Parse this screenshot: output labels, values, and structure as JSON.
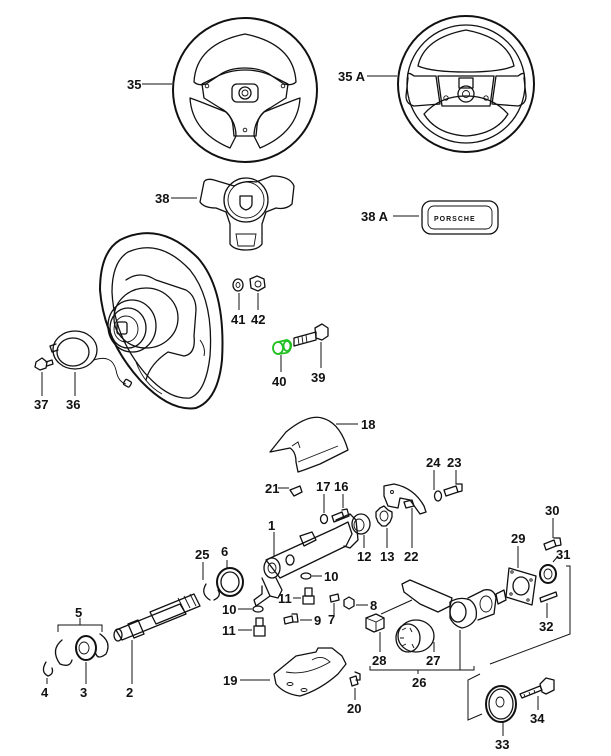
{
  "diagram": {
    "title": "Steering wheel and steering column exploded parts diagram",
    "highlight_color": "#22c022",
    "highlighted_part": "40",
    "brand_badge_text": "PORSCHE",
    "parts": [
      {
        "id": "p1",
        "label": "1"
      },
      {
        "id": "p2",
        "label": "2"
      },
      {
        "id": "p3",
        "label": "3"
      },
      {
        "id": "p4",
        "label": "4"
      },
      {
        "id": "p5",
        "label": "5"
      },
      {
        "id": "p6",
        "label": "6"
      },
      {
        "id": "p7",
        "label": "7"
      },
      {
        "id": "p8",
        "label": "8"
      },
      {
        "id": "p9",
        "label": "9"
      },
      {
        "id": "p10a",
        "label": "10"
      },
      {
        "id": "p10b",
        "label": "10"
      },
      {
        "id": "p11a",
        "label": "11"
      },
      {
        "id": "p11b",
        "label": "11"
      },
      {
        "id": "p12",
        "label": "12"
      },
      {
        "id": "p13",
        "label": "13"
      },
      {
        "id": "p16",
        "label": "16"
      },
      {
        "id": "p17",
        "label": "17"
      },
      {
        "id": "p18",
        "label": "18"
      },
      {
        "id": "p19",
        "label": "19"
      },
      {
        "id": "p20",
        "label": "20"
      },
      {
        "id": "p21",
        "label": "21"
      },
      {
        "id": "p22",
        "label": "22"
      },
      {
        "id": "p23",
        "label": "23"
      },
      {
        "id": "p24",
        "label": "24"
      },
      {
        "id": "p25",
        "label": "25"
      },
      {
        "id": "p26",
        "label": "26"
      },
      {
        "id": "p27",
        "label": "27"
      },
      {
        "id": "p28",
        "label": "28"
      },
      {
        "id": "p29",
        "label": "29"
      },
      {
        "id": "p30",
        "label": "30"
      },
      {
        "id": "p31",
        "label": "31"
      },
      {
        "id": "p32",
        "label": "32"
      },
      {
        "id": "p33",
        "label": "33"
      },
      {
        "id": "p34",
        "label": "34"
      },
      {
        "id": "p35",
        "label": "35"
      },
      {
        "id": "p35a",
        "label": "35 A"
      },
      {
        "id": "p36",
        "label": "36"
      },
      {
        "id": "p37",
        "label": "37"
      },
      {
        "id": "p38",
        "label": "38"
      },
      {
        "id": "p38a",
        "label": "38 A"
      },
      {
        "id": "p39",
        "label": "39"
      },
      {
        "id": "p40",
        "label": "40"
      },
      {
        "id": "p41",
        "label": "41"
      },
      {
        "id": "p42",
        "label": "42"
      }
    ]
  }
}
